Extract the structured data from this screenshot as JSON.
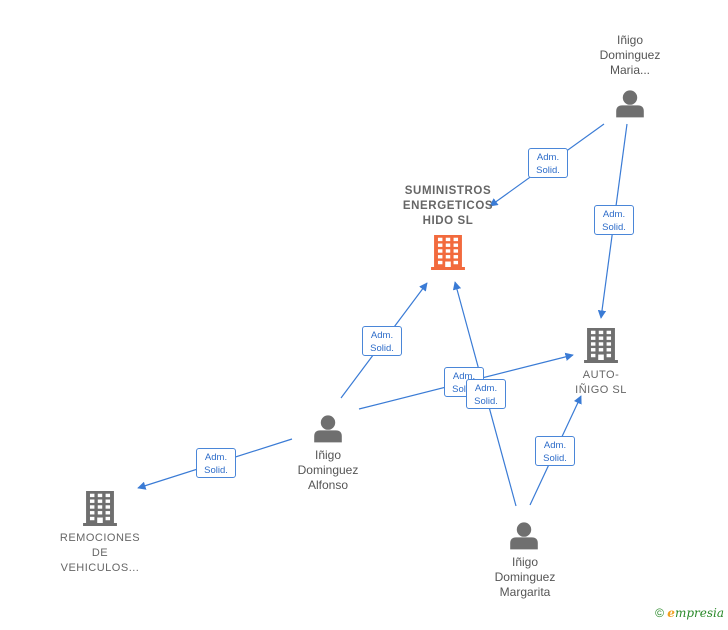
{
  "diagram": {
    "nodes": [
      {
        "id": "suministros",
        "kind": "company",
        "highlight": true,
        "label": "SUMINISTROS\nENERGETICOS\nHIDO  SL"
      },
      {
        "id": "auto",
        "kind": "company",
        "label": "AUTO-\nIÑIGO  SL"
      },
      {
        "id": "remociones",
        "kind": "company",
        "label": "REMOCIONES\nDE\nVEHICULOS..."
      },
      {
        "id": "maria",
        "kind": "person",
        "label": "Iñigo\nDominguez\nMaria..."
      },
      {
        "id": "alfonso",
        "kind": "person",
        "label": "Iñigo\nDominguez\nAlfonso"
      },
      {
        "id": "margarita",
        "kind": "person",
        "label": "Iñigo\nDominguez\nMargarita"
      }
    ],
    "edges": [
      {
        "from": "maria",
        "to": "suministros",
        "label": "Adm.\nSolid."
      },
      {
        "from": "maria",
        "to": "auto",
        "label": "Adm.\nSolid."
      },
      {
        "from": "alfonso",
        "to": "suministros",
        "label": "Adm.\nSolid."
      },
      {
        "from": "alfonso",
        "to": "auto",
        "label": "Adm.\nSolid."
      },
      {
        "from": "alfonso",
        "to": "remociones",
        "label": "Adm.\nSolid."
      },
      {
        "from": "margarita",
        "to": "suministros",
        "label": "Adm.\nSolid."
      },
      {
        "from": "margarita",
        "to": "auto",
        "label": "Adm.\nSolid."
      }
    ],
    "colors": {
      "edge": "#3a7bd5",
      "company": "#6f6f6f",
      "highlight": "#f26a3d",
      "person": "#6f6f6f"
    }
  },
  "footer": {
    "copyright": "©",
    "brand_e": "e",
    "brand_rest": "mpresia"
  }
}
